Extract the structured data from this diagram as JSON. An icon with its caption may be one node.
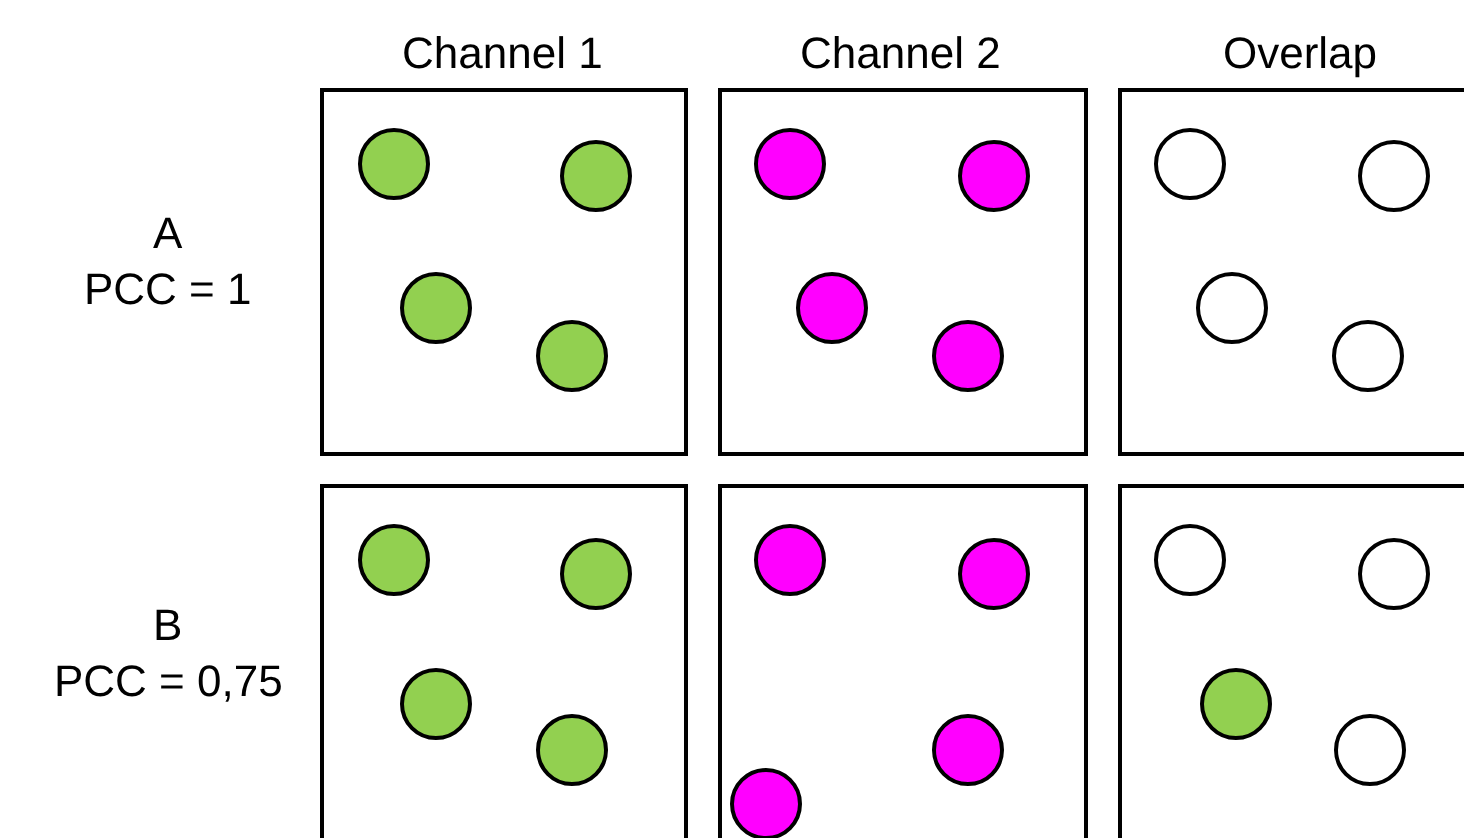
{
  "diagram": {
    "nodes": [
      {
        "text": [],
        "shape": "box"
      },
      {
        "text": [],
        "shape": "circle",
        "in": 0
      },
      {
        "text": [],
        "shape": "circle",
        "in": 0
      },
      {
        "text": [],
        "shape": "circle",
        "in": 0
      },
      {
        "text": [],
        "shape": "circle",
        "in": 0
      },
      {
        "text": [],
        "shape": "box"
      },
      {
        "text": [],
        "shape": "circle",
        "in": 5
      },
      {
        "text": [],
        "shape": "circle",
        "in": 5
      },
      {
        "text": [],
        "shape": "circle",
        "in": 5
      },
      {
        "text": [],
        "shape": "circle",
        "in": 5
      },
      {
        "text": [],
        "shape": "box"
      },
      {
        "text": [],
        "shape": "circle",
        "in": 10
      },
      {
        "text": [],
        "shape": "circle",
        "in": 10
      },
      {
        "text": [],
        "shape": "circle",
        "in": 10
      },
      {
        "text": [],
        "shape": "circle",
        "in": 10
      },
      {
        "text": [],
        "shape": "box"
      },
      {
        "text": [],
        "shape": "circle",
        "in": 15
      },
      {
        "text": [],
        "shape": "circle",
        "in": 15
      },
      {
        "text": [],
        "shape": "circle",
        "in": 15
      },
      {
        "text": [],
        "shape": "circle",
        "in": 15
      },
      {
        "text": [],
        "shape": "box"
      },
      {
        "text": [],
        "shape": "circle",
        "in": 20
      },
      {
        "text": [],
        "shape": "circle",
        "in": 20
      },
      {
        "text": [],
        "shape": "circle",
        "in": 20
      },
      {
        "text": [],
        "shape": "circle",
        "in": 20
      },
      {
        "text": [],
        "shape": "box"
      },
      {
        "text": [],
        "shape": "circle",
        "in": 25
      },
      {
        "text": [],
        "shape": "circle",
        "in": 25
      },
      {
        "text": [],
        "shape": "circle",
        "in": 25
      },
      {
        "text": [],
        "shape": "circle",
        "in": 25
      }
    ],
    "labels": [
      "Channel 1",
      "Channel 2",
      "Overlap",
      "A",
      "PCC = 1",
      "B",
      "PCC = 0,75"
    ]
  }
}
